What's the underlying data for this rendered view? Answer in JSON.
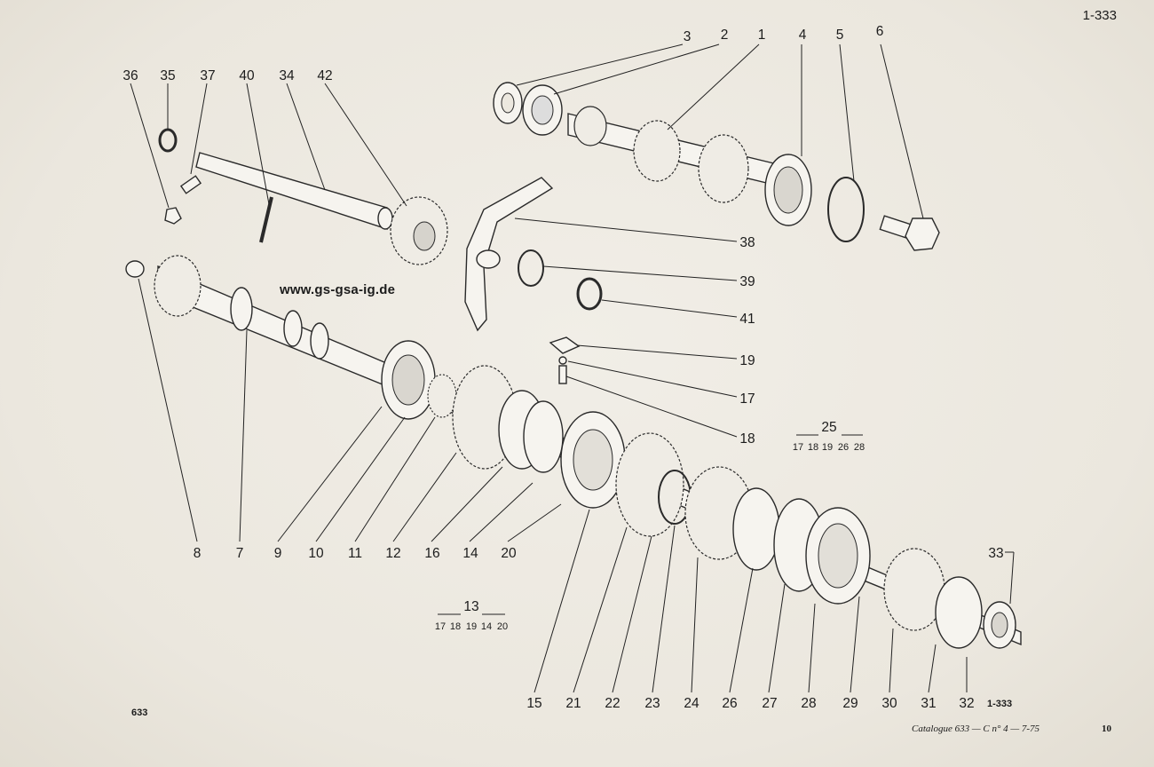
{
  "page_ref": "1-333",
  "website": "www.gs-gsa-ig.de",
  "left_code": "633",
  "bottom_ref": "1-333",
  "footer": "Catalogue 633 — C n° 4 — 7-75",
  "page_number": "10",
  "callouts": {
    "n1": "1",
    "n2": "2",
    "n3": "3",
    "n4": "4",
    "n5": "5",
    "n6": "6",
    "n7": "7",
    "n8": "8",
    "n9": "9",
    "n10": "10",
    "n11": "11",
    "n12": "12",
    "n14": "14",
    "n15": "15",
    "n16": "16",
    "n17": "17",
    "n18": "18",
    "n19": "19",
    "n20": "20",
    "n21": "21",
    "n22": "22",
    "n23": "23",
    "n24": "24",
    "n26": "26",
    "n27": "27",
    "n28": "28",
    "n29": "29",
    "n30": "30",
    "n31": "31",
    "n32": "32",
    "n33": "33",
    "n34": "34",
    "n35": "35",
    "n36": "36",
    "n37": "37",
    "n38": "38",
    "n39": "39",
    "n40": "40",
    "n41": "41",
    "n42": "42"
  },
  "group_25": {
    "number": "25",
    "items": [
      "17",
      "18",
      "19",
      "26",
      "28"
    ]
  },
  "group_13": {
    "number": "13",
    "items": [
      "17",
      "18",
      "19",
      "14",
      "20"
    ]
  }
}
